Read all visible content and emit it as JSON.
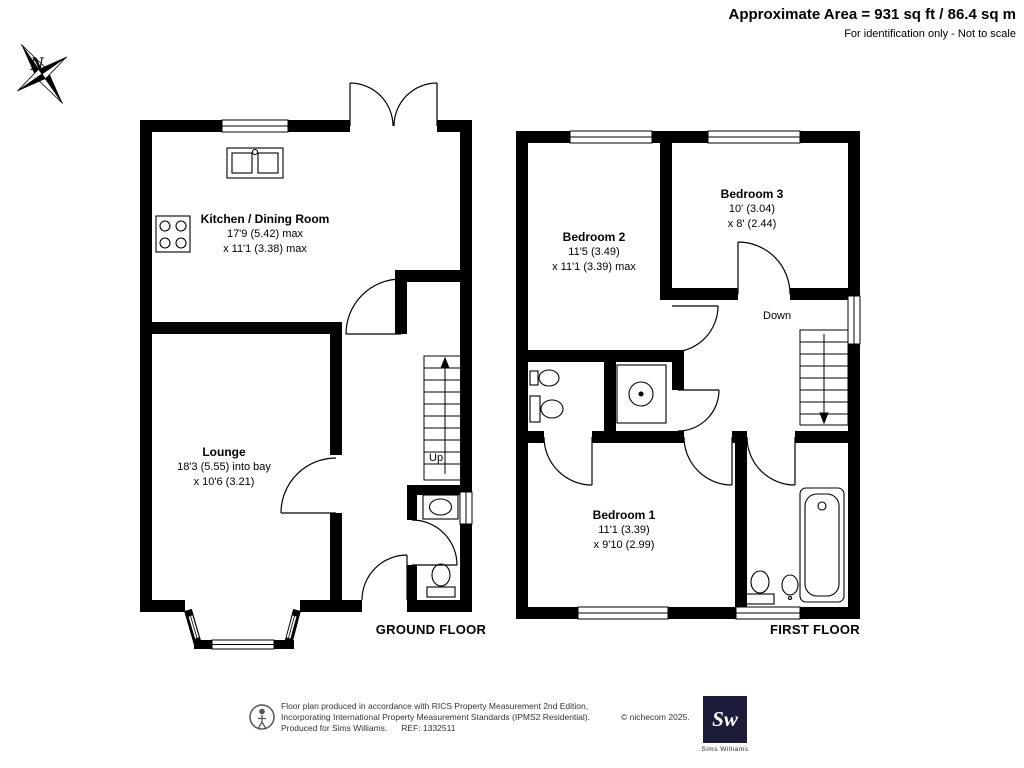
{
  "header": {
    "area_line": "Approximate Area = 931 sq ft / 86.4 sq m",
    "note_line": "For identification only - Not to scale"
  },
  "compass": {
    "north_label": "N"
  },
  "floors": {
    "ground": {
      "label": "GROUND FLOOR",
      "stairs_label": "Up",
      "rooms": {
        "kitchen_dining": {
          "name": "Kitchen / Dining Room",
          "dim1": "17'9 (5.42) max",
          "dim2": "x 11'1 (3.38) max"
        },
        "lounge": {
          "name": "Lounge",
          "dim1": "18'3 (5.55) into bay",
          "dim2": "x 10'6 (3.21)"
        }
      }
    },
    "first": {
      "label": "FIRST FLOOR",
      "stairs_label": "Down",
      "rooms": {
        "bedroom2": {
          "name": "Bedroom 2",
          "dim1": "11'5 (3.49)",
          "dim2": "x 11'1 (3.39) max"
        },
        "bedroom3": {
          "name": "Bedroom 3",
          "dim1": "10' (3.04)",
          "dim2": "x 8' (2.44)"
        },
        "bedroom1": {
          "name": "Bedroom 1",
          "dim1": "11'1 (3.39)",
          "dim2": "x 9'10 (2.99)"
        }
      }
    }
  },
  "footer": {
    "line1": "Floor plan produced in accordance with RICS Property Measurement 2nd Edition,",
    "line2": "Incorporating International Property Measurement Standards (IPMS2 Residential).",
    "line3": "Produced for Sims Williams.",
    "ref": "REF: 1332511",
    "copyright": "© nichecom 2025.",
    "logo_monogram": "Sw",
    "logo_caption": "Sims Williams"
  },
  "colors": {
    "wall": "#000000",
    "logo_bg": "#1c1c3a"
  }
}
